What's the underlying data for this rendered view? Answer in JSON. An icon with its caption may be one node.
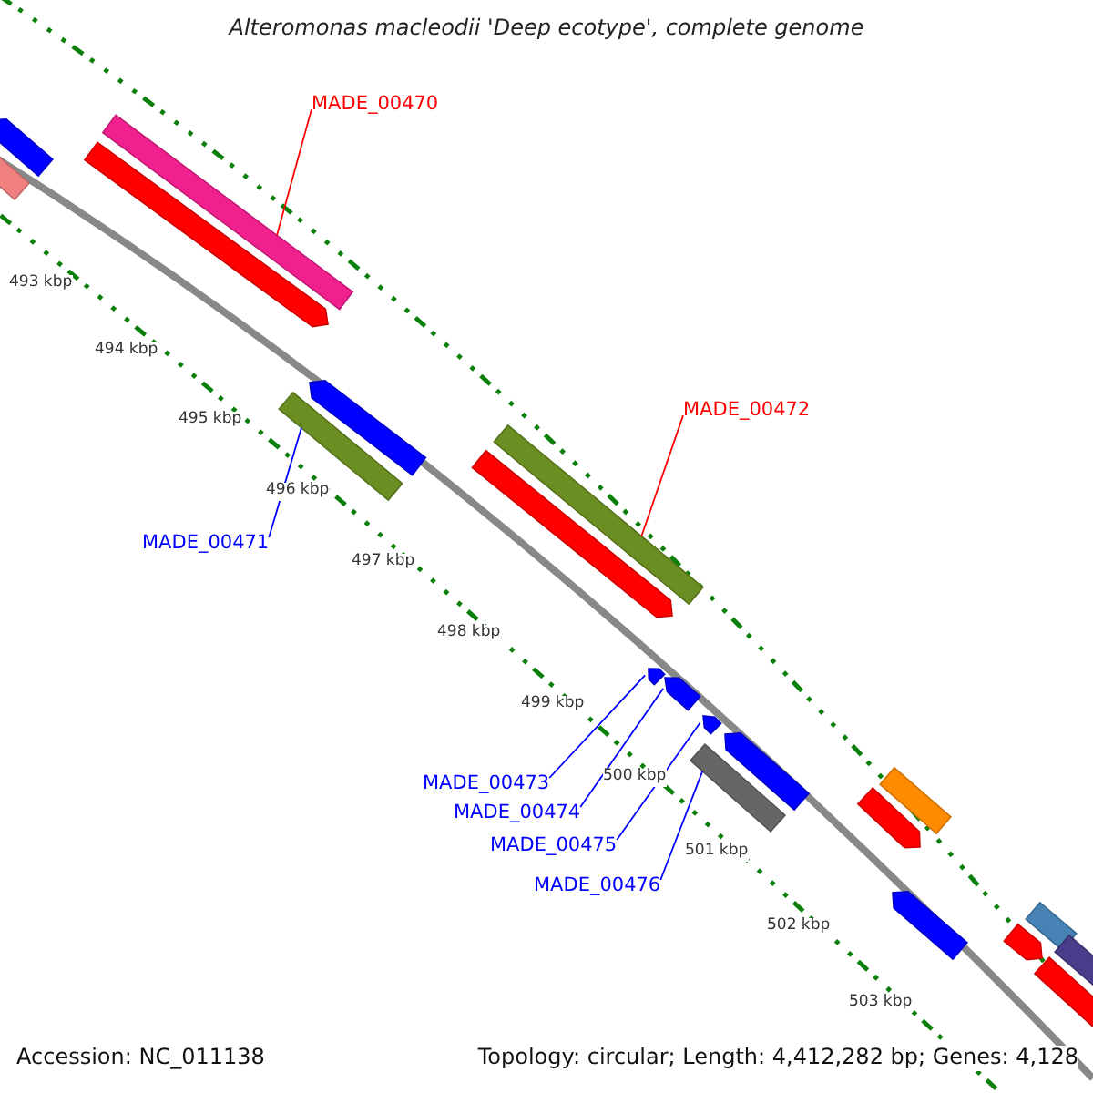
{
  "diagram": {
    "title": "Alteromonas macleodii 'Deep ecotype', complete genome",
    "nodes": [
      {
        "text": [
          "MADE_00470"
        ]
      },
      {
        "text": [],
        "shape": "bar"
      },
      {
        "text": [
          "MADE_00471"
        ]
      },
      {
        "text": [],
        "shape": "bar"
      },
      {
        "text": [
          "MADE_00472"
        ]
      },
      {
        "text": [],
        "shape": "bar"
      },
      {
        "text": [
          "MADE_00473"
        ]
      },
      {
        "text": [],
        "shape": "bar"
      },
      {
        "text": [
          "MADE_00474"
        ]
      },
      {
        "text": [],
        "shape": "bar"
      },
      {
        "text": [
          "MADE_00475"
        ]
      },
      {
        "text": [],
        "shape": "bar"
      },
      {
        "text": [
          "MADE_00476"
        ]
      },
      {
        "text": [],
        "shape": "bar"
      },
      {
        "text": [],
        "shape": "bar"
      },
      {
        "text": [],
        "shape": "bar"
      },
      {
        "text": [],
        "shape": "bar"
      },
      {
        "text": [],
        "shape": "bar"
      },
      {
        "text": [],
        "shape": "bar"
      },
      {
        "text": [],
        "shape": "bar"
      },
      {
        "text": [],
        "shape": "bar"
      },
      {
        "text": [],
        "shape": "bar"
      },
      {
        "text": [],
        "shape": "bar"
      },
      {
        "text": [],
        "shape": "bar"
      },
      {
        "text": [],
        "shape": "bar"
      },
      {
        "text": [],
        "shape": "bar"
      },
      {
        "text": [],
        "shape": "bar"
      }
    ],
    "edges": [
      {
        "from": 0,
        "to": 1,
        "arrow": "none",
        "color": "#ff0000"
      },
      {
        "from": 2,
        "to": 3,
        "arrow": "none"
      },
      {
        "from": 4,
        "to": 5,
        "arrow": "none",
        "color": "#ff0000"
      },
      {
        "from": 6,
        "to": 7,
        "arrow": "none"
      },
      {
        "from": 8,
        "to": 9,
        "arrow": "none"
      },
      {
        "from": 10,
        "to": 11,
        "arrow": "none"
      },
      {
        "from": 12,
        "to": 13,
        "arrow": "none"
      }
    ],
    "labels": [
      "493 kbp",
      "494 kbp",
      "495 kbp",
      "496 kbp",
      "497 kbp",
      "498 kbp",
      "499 kbp",
      "500 kbp",
      "501 kbp",
      "502 kbp",
      "503 kbp",
      "Accession: NC_011138",
      "Topology: circular; Length: 4,412,282 bp; Genes: 4,128"
    ]
  }
}
